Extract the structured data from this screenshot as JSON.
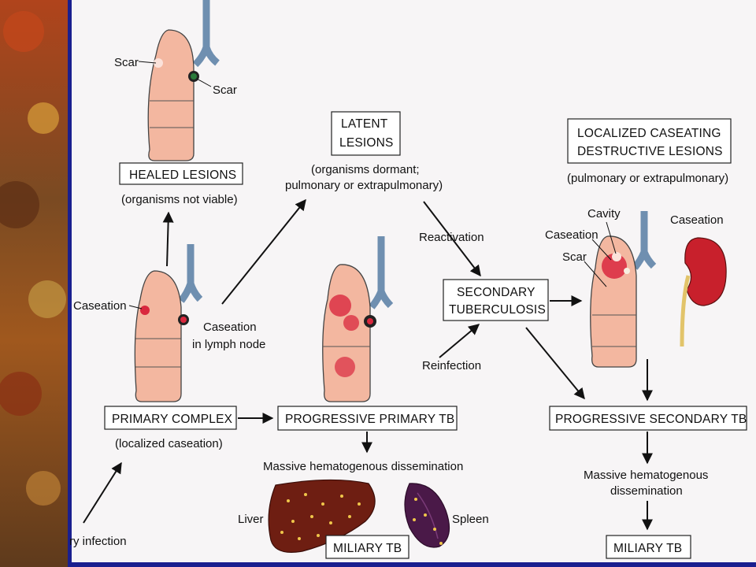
{
  "colors": {
    "slide_bg": "#ece8ea",
    "left_band": "#8a4a1e",
    "divider": "#1a1f8f",
    "lung": "#f3b7a0",
    "lesion": "#d9283e",
    "node": "#333333",
    "liver": "#6e1e12",
    "spleen": "#4a1948",
    "kidney": "#c8202c",
    "ureter": "#e2c46a"
  },
  "labels": {
    "scar_top_left": "Scar",
    "scar_node": "Scar",
    "healed_lesions": "HEALED LESIONS",
    "organisms_not_viable": "(organisms not viable)",
    "latent_line1": "LATENT",
    "latent_line2": "LESIONS",
    "organisms_dormant_line1": "(organisms dormant;",
    "organisms_dormant_line2": "pulmonary or extrapulmonary)",
    "localized_line1": "LOCALIZED CASEATING",
    "localized_line2": "DESTRUCTIVE LESIONS",
    "pulm_or_extrapulm": "(pulmonary or extrapulmonary)",
    "caseation_primary": "Caseation",
    "caseation_node_line1": "Caseation",
    "caseation_node_line2": "in lymph node",
    "reactivation": "Reactivation",
    "secondary_line1": "SECONDARY",
    "secondary_line2": "TUBERCULOSIS",
    "reinfection": "Reinfection",
    "cavity": "Cavity",
    "caseation_secondary": "Caseation",
    "scar_secondary": "Scar",
    "caseation_kidney": "Caseation",
    "primary_complex": "PRIMARY COMPLEX",
    "localized_caseation": "(localized caseation)",
    "progressive_primary": "PROGRESSIVE PRIMARY TB",
    "progressive_secondary": "PROGRESSIVE SECONDARY TB",
    "massive_dissem_left": "Massive hematogenous dissemination",
    "massive_dissem_right_line1": "Massive hematogenous",
    "massive_dissem_right_line2": "dissemination",
    "liver": "Liver",
    "spleen": "Spleen",
    "miliary_left": "MILIARY TB",
    "miliary_right": "MILIARY TB",
    "infection_fragment": "ry infection"
  }
}
